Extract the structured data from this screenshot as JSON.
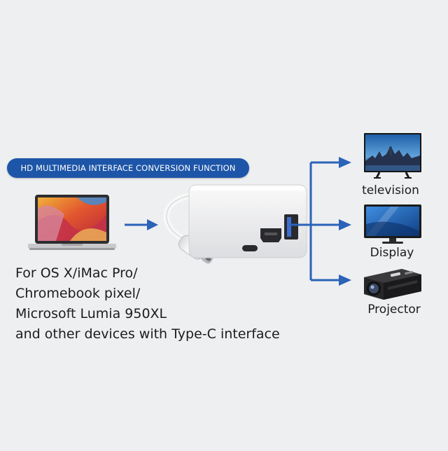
{
  "banner": {
    "text": "HD MULTIMEDIA INTERFACE CONVERSION FUNCTION"
  },
  "description": {
    "lines": [
      "For OS X/iMac Pro/",
      "Chromebook pixel/",
      "Microsoft Lumia 950XL",
      "and other devices with Type-C interface"
    ]
  },
  "devices": [
    {
      "label": "television",
      "icon": "television-icon"
    },
    {
      "label": "Display",
      "icon": "monitor-icon"
    },
    {
      "label": "Projector",
      "icon": "projector-icon"
    }
  ],
  "colors": {
    "background": "#eeeff1",
    "banner": "#1d56a8",
    "arrow": "#2a63b8"
  }
}
